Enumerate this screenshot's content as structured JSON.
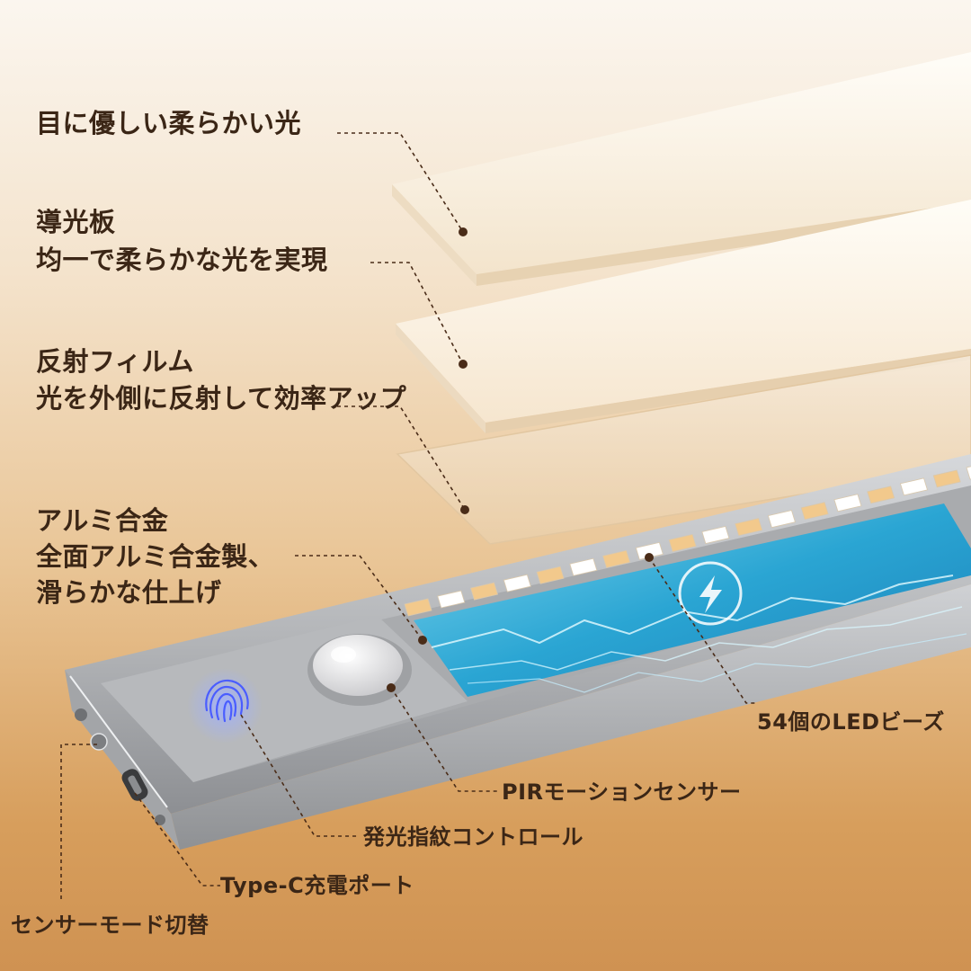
{
  "labels": {
    "diffuser": {
      "line1": "目に優しい柔らかい光"
    },
    "light_guide": {
      "line1": "導光板",
      "line2": "均一で柔らかな光を実現"
    },
    "reflective_film": {
      "line1": "反射フィルム",
      "line2": "光を外側に反射して効率アップ"
    },
    "aluminum": {
      "line1": "アルミ合金",
      "line2": "全面アルミ合金製、",
      "line3": "滑らかな仕上げ"
    },
    "led_beads": "54個のLEDビーズ",
    "pir_sensor": "PIRモーションセンサー",
    "fingerprint_control": "発光指紋コントロール",
    "type_c_port": "Type-C充電ポート",
    "sensor_mode_switch": "センサーモード切替"
  },
  "colors": {
    "label_text": "#3b2616",
    "leader_line": "#4a2c18",
    "fingerprint_glow": "#5b6cff",
    "led_warm": "#f2c98c",
    "led_cool": "#ffffff",
    "aluminum": "#b9bbbe",
    "battery_blue": "#3fb4d8"
  },
  "icons": [
    "fingerprint-icon",
    "lightning-icon",
    "pir-lens-icon",
    "usb-c-port-icon"
  ]
}
